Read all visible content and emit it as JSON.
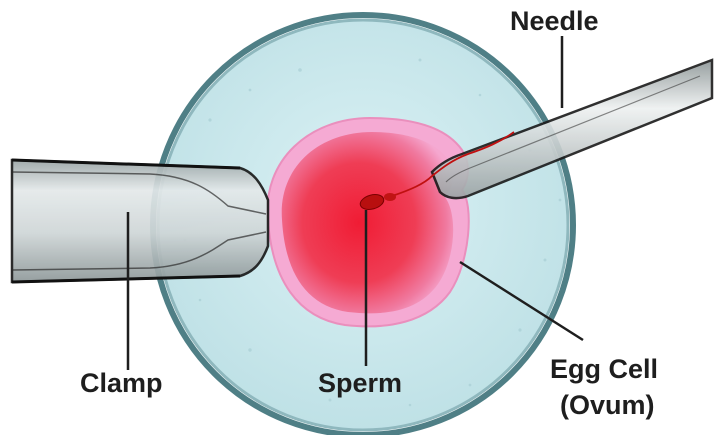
{
  "labels": {
    "needle": "Needle",
    "clamp": "Clamp",
    "sperm": "Sperm",
    "egg_line1": "Egg Cell",
    "egg_line2": "(Ovum)"
  },
  "colors": {
    "dish_fill": "#cfeaef",
    "dish_rim": "#5f8f95",
    "cell_outer": "#f4a6cf",
    "cell_inner": "#ea2a43",
    "sperm": "#c01010",
    "glass": "#c9d3d4",
    "leader_line": "#1e1e1e"
  }
}
